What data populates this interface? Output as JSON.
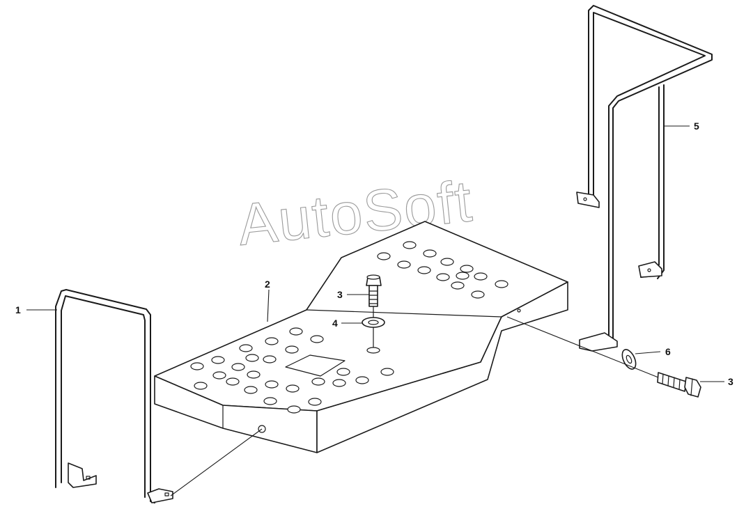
{
  "diagram": {
    "callouts": [
      {
        "id": "c1",
        "label": "1"
      },
      {
        "id": "c2",
        "label": "2"
      },
      {
        "id": "c3a",
        "label": "3"
      },
      {
        "id": "c4",
        "label": "4"
      },
      {
        "id": "c5",
        "label": "5"
      },
      {
        "id": "c6",
        "label": "6"
      },
      {
        "id": "c3b",
        "label": "3"
      }
    ]
  },
  "watermark": {
    "text": "AutoSoft"
  }
}
